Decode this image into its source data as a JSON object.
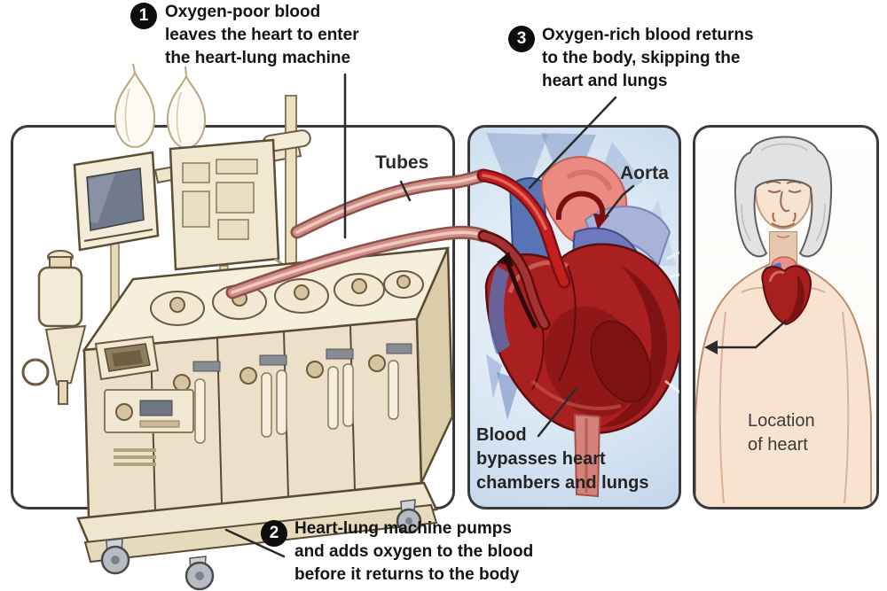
{
  "figure": {
    "title": "Heart-lung machine bypass diagram",
    "steps": {
      "one": {
        "number": "1",
        "lines": [
          "Oxygen-poor blood",
          "leaves the heart to enter",
          "the heart-lung machine"
        ]
      },
      "two": {
        "number": "2",
        "lines": [
          "Heart-lung machine pumps",
          "and adds oxygen to the blood",
          "before it returns to the body"
        ]
      },
      "three": {
        "number": "3",
        "lines": [
          "Oxygen-rich blood returns",
          "to the body, skipping the",
          "heart and lungs"
        ]
      }
    },
    "labels": {
      "tubes": "Tubes",
      "aorta": "Aorta",
      "blood_bypass": {
        "lines": [
          "Blood",
          "bypasses heart",
          "chambers and lungs"
        ]
      },
      "heart_location": {
        "lines": [
          "Location",
          "of heart"
        ]
      }
    },
    "colors": {
      "panel_border": "#3a3a3a",
      "panel_blue_bg": "#d4e4f3",
      "machine_body": "#ece1c8",
      "heart_red": "#aa1f1f",
      "vessel_blue": "#5873b6",
      "tube_pink": "#cf8d84",
      "marker_bg": "#0d0d0d"
    }
  }
}
